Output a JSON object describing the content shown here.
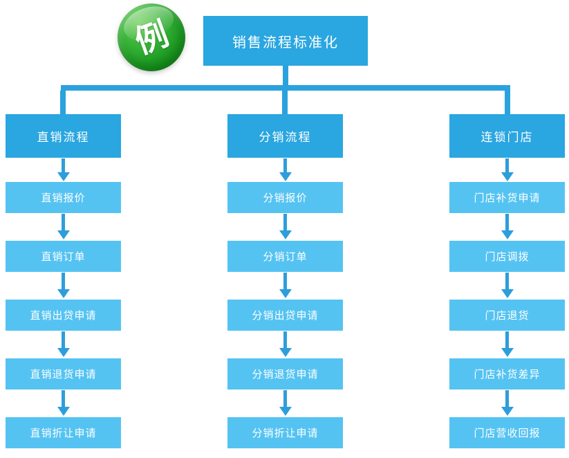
{
  "badge": {
    "label": "例"
  },
  "root": {
    "title": "销售流程标准化"
  },
  "columns": [
    {
      "header": "直销流程",
      "items": [
        "直销报价",
        "直销订单",
        "直销出贷申请",
        "直销退货申请",
        "直销折让申请"
      ]
    },
    {
      "header": "分销流程",
      "items": [
        "分销报价",
        "分销订单",
        "分销出贷申请",
        "分销退货申请",
        "分销折让申请"
      ]
    },
    {
      "header": "连锁门店",
      "items": [
        "门店补货申请",
        "门店调拨",
        "门店退货",
        "门店补货差异",
        "门店营收回报"
      ]
    }
  ],
  "colors": {
    "node_primary": "#2aa6e0",
    "node_secondary": "#55c3f2",
    "connector": "#2aa2de",
    "arrow": "#2d9edb",
    "badge_green": "#1f9d25",
    "text": "#ffffff"
  }
}
